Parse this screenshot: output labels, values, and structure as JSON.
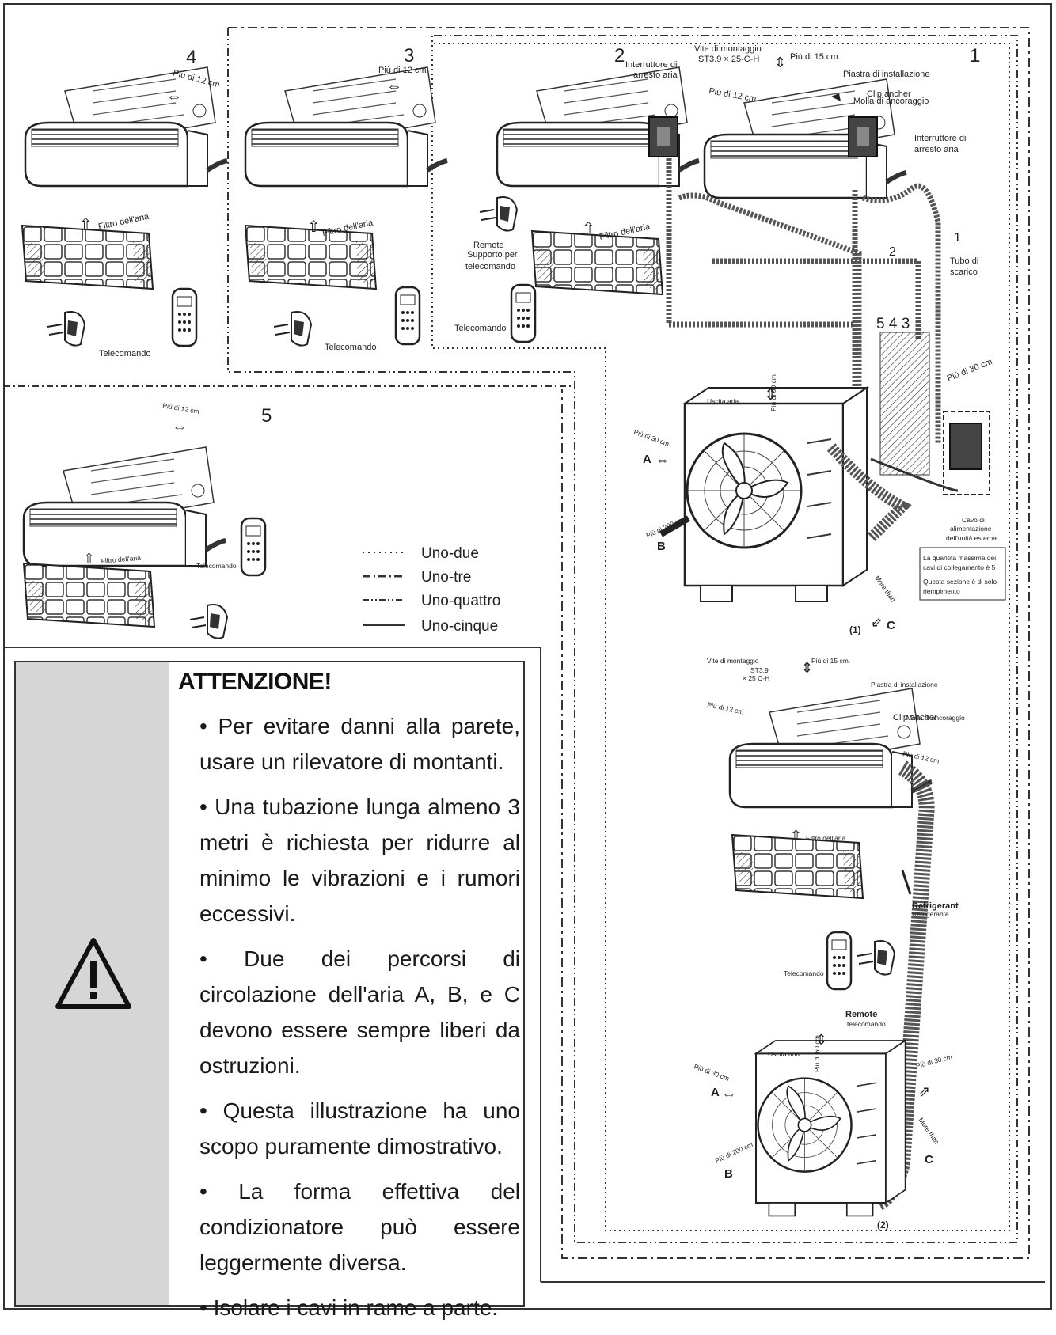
{
  "panels": {
    "n1": "1",
    "n2": "2",
    "n3": "3",
    "n4": "4",
    "n5": "5",
    "mid_numbers": "5 4 3",
    "circ1": "1",
    "circ2": "2"
  },
  "labels": {
    "piu12": "Più di 12 cm",
    "piu15": "Più di 15 cm.",
    "piu30": "Più di 30 cm",
    "piu60": "Più di 60 cm",
    "piu200": "Più di 200 cm",
    "vite1": "Vite di montaggio",
    "vite2": "ST3.9 × 25-C-H",
    "plate": "Piastra di installazione",
    "clip": "Clip ancher",
    "clip2": "Molla di ancoraggio",
    "switch_a1": "Interruttore di",
    "switch_a2": "arresto aria",
    "filtro": "Filtro dell'aria",
    "remote": "Remote",
    "supporto1": "Supporto per",
    "supporto2": "telecomando",
    "telecomando": "Telecomando",
    "tubo1": "Tubo di",
    "tubo2": "scarico",
    "uscita": "Uscita aria",
    "cavo1": "Cavo di",
    "cavo2": "alimentazione",
    "cavo3": "dell'unità esterna",
    "note1": "La quantità massima dei",
    "note2": "cavi di collegamento è 5",
    "note3": "Questa sezione è di solo",
    "note4": "riempimento",
    "more_than": "More than",
    "refrigerant": "Refrigerant",
    "refrig2": "Refrigerante",
    "fig1": "(1)",
    "fig2": "(2)",
    "A": "A",
    "B": "B",
    "C": "C"
  },
  "legend": [
    {
      "label": "Uno-due",
      "style": "dotted"
    },
    {
      "label": "Uno-tre",
      "style": "dashdot"
    },
    {
      "label": "Uno-quattro",
      "style": "dashdotdot"
    },
    {
      "label": "Uno-cinque",
      "style": "solid"
    }
  ],
  "warning": {
    "title": "ATTENZIONE!",
    "items": [
      "• Per evitare danni alla parete, usare un rilevatore di montanti.",
      "• Una tubazione lunga almeno 3 metri è richiesta per ridurre al minimo le vibrazioni e i rumori eccessivi.",
      "• Due dei percorsi di circolazione dell'aria A, B, e C devono essere sempre liberi da ostruzioni.",
      "• Questa illustrazione ha uno scopo puramente dimostrativo.",
      "• La forma effettiva del condizionatore può essere leggermente diversa.",
      "• Isolare i cavi in rame a parte."
    ]
  },
  "colors": {
    "line": "#333333",
    "side_panel": "#d6d6d6",
    "pipe": "#555555"
  }
}
